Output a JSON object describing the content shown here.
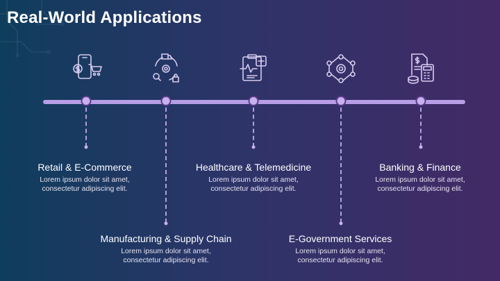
{
  "title": "Real-World Applications",
  "milestones": [
    {
      "title": "Retail & E-Commerce",
      "desc_line1": "Lorem ipsum dolor sit amet,",
      "desc_line2": "consectetur adipiscing elit.",
      "icon": "smartphone-shopping-cart-icon"
    },
    {
      "title": "Manufacturing & Supply Chain",
      "desc_line1": "Lorem ipsum dolor sit amet,",
      "desc_line2": "consectetur adipiscing elit.",
      "icon": "truck-gear-cycle-icon"
    },
    {
      "title": "Healthcare & Telemedicine",
      "desc_line1": "Lorem ipsum dolor sit amet,",
      "desc_line2": "consectetur adipiscing elit.",
      "icon": "medical-report-heartbeat-icon"
    },
    {
      "title": "E-Government Services",
      "desc_line1": "Lorem ipsum dolor sit amet,",
      "desc_line2": "consectetur adipiscing elit.",
      "icon": "network-gear-icon"
    },
    {
      "title": "Banking & Finance",
      "desc_line1": "Lorem ipsum dolor sit amet,",
      "desc_line2": "consectetur adipiscing elit.",
      "icon": "calculator-invoice-coins-icon"
    }
  ],
  "colors": {
    "accent": "#b79ee6",
    "node_fill": "#c8b2ee",
    "icon_stroke": "#d7cdef"
  }
}
